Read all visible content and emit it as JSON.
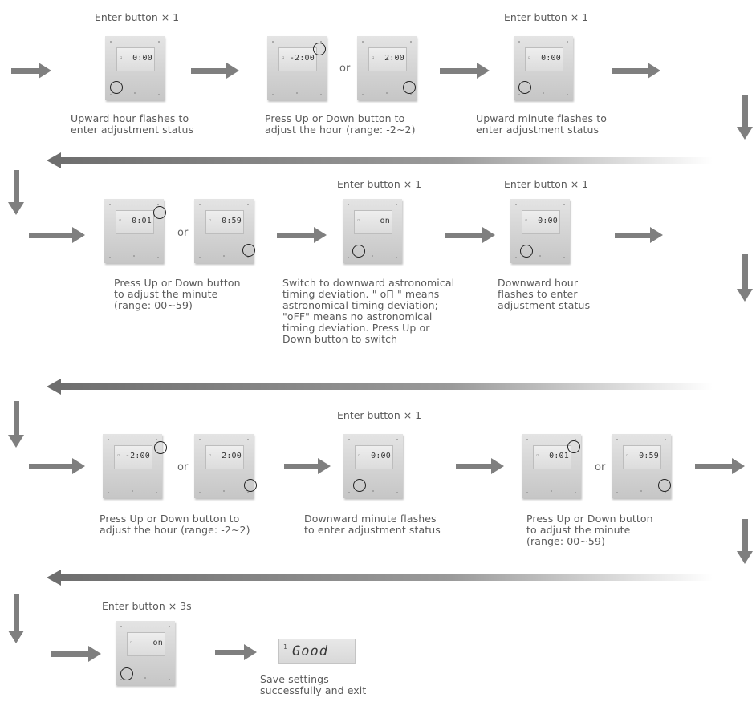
{
  "headers": {
    "r1_left": "Enter button × 1",
    "r1_right": "Enter button × 1",
    "r2_mid": "Enter button × 1",
    "r2_right": "Enter button × 1",
    "r3_mid": "Enter button × 1",
    "r4_left": "Enter button × 3s"
  },
  "or_label": "or",
  "displays": {
    "r1_a": "0:00",
    "r1_b": "-2:00",
    "r1_c": "2:00",
    "r1_d": "0:00",
    "r2_a": "0:01",
    "r2_b": "0:59",
    "r2_c": "on",
    "r2_d": "0:00",
    "r3_a": "-2:00",
    "r3_b": "2:00",
    "r3_c": "0:00",
    "r3_d": "0:01",
    "r3_e": "0:59",
    "r4_a": "on"
  },
  "captions": {
    "r1_a": "Upward hour flashes to\nenter adjustment status",
    "r1_b": "Press Up or Down button to\nadjust the hour (range: -2~2)",
    "r1_c": "Upward minute flashes to\nenter adjustment status",
    "r2_a": "Press Up or Down button\nto adjust the minute\n(range: 00~59)",
    "r2_b": "Switch to downward astronomical\ntiming deviation. \" oΠ \" means\nastronomical timing deviation;\n\"oFF\" means no astronomical\ntiming deviation. Press Up or\nDown button to switch",
    "r2_c": "Downward hour\nflashes to enter\nadjustment status",
    "r3_a": "Press Up or Down button to\nadjust the hour (range: -2~2)",
    "r3_b": "Downward minute flashes\nto enter adjustment status",
    "r3_c": "Press Up or Down button\nto adjust the minute\n(range: 00~59)",
    "r4_a": "Save settings\nsuccessfully and exit"
  },
  "final_display": {
    "text": "Good",
    "superscript": "1"
  }
}
